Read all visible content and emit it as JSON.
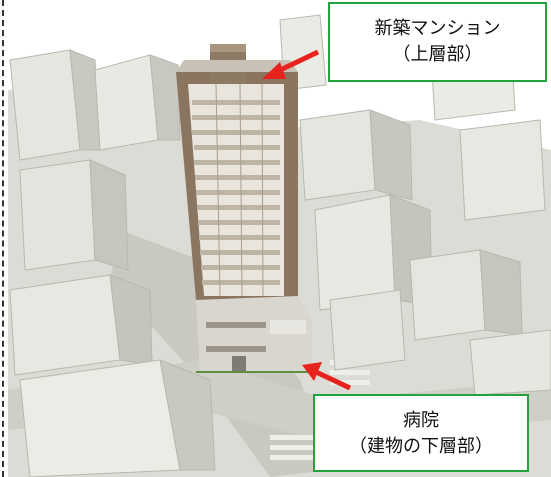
{
  "callouts": {
    "top": {
      "line1": "新築マンション",
      "line2": "（上層部）"
    },
    "bottom": {
      "line1": "病院",
      "line2": "（建物の下層部）"
    }
  },
  "colors": {
    "callout_border": "#23a33b",
    "arrow": "#e8231d"
  }
}
